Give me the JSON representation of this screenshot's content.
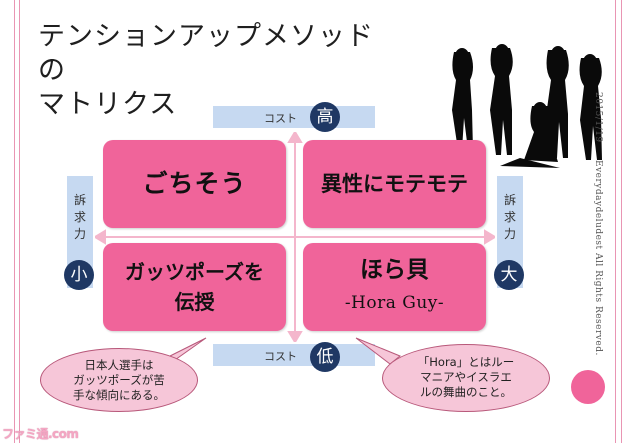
{
  "slide": {
    "title_line1": "テンションアップメソッドの",
    "title_line2": "マトリクス",
    "date": "2015/1/19",
    "copyright": "Everydaydeludest All Rights Reserved.",
    "watermark": "ファミ通.com"
  },
  "axes": {
    "cost_label_top": "コスト",
    "cost_label_bottom": "コスト",
    "high": "高",
    "low": "低",
    "appeal_label_left": "訴求力",
    "appeal_label_right": "訴求力",
    "small": "小",
    "large": "大"
  },
  "quadrants": {
    "top_left": "ごちそう",
    "top_right": "異性にモテモテ",
    "bottom_left_line1": "ガッツポーズを",
    "bottom_left_line2": "伝授",
    "bottom_right": "ほら貝",
    "bottom_right_sub": "-Hora Guy-"
  },
  "bubbles": {
    "left_line1": "日本人選手は",
    "left_line2": "ガッツポーズが苦",
    "left_line3": "手な傾向にある。",
    "right_line1": "「Hora」とはルー",
    "right_line2": "マニアやイスラエ",
    "right_line3": "ルの舞曲のこと。"
  },
  "colors": {
    "quadrant_fill": "#f0649a",
    "axis_bar": "#c6d9f1",
    "circle": "#1f3864",
    "bubble_fill": "#f6c6d8"
  }
}
